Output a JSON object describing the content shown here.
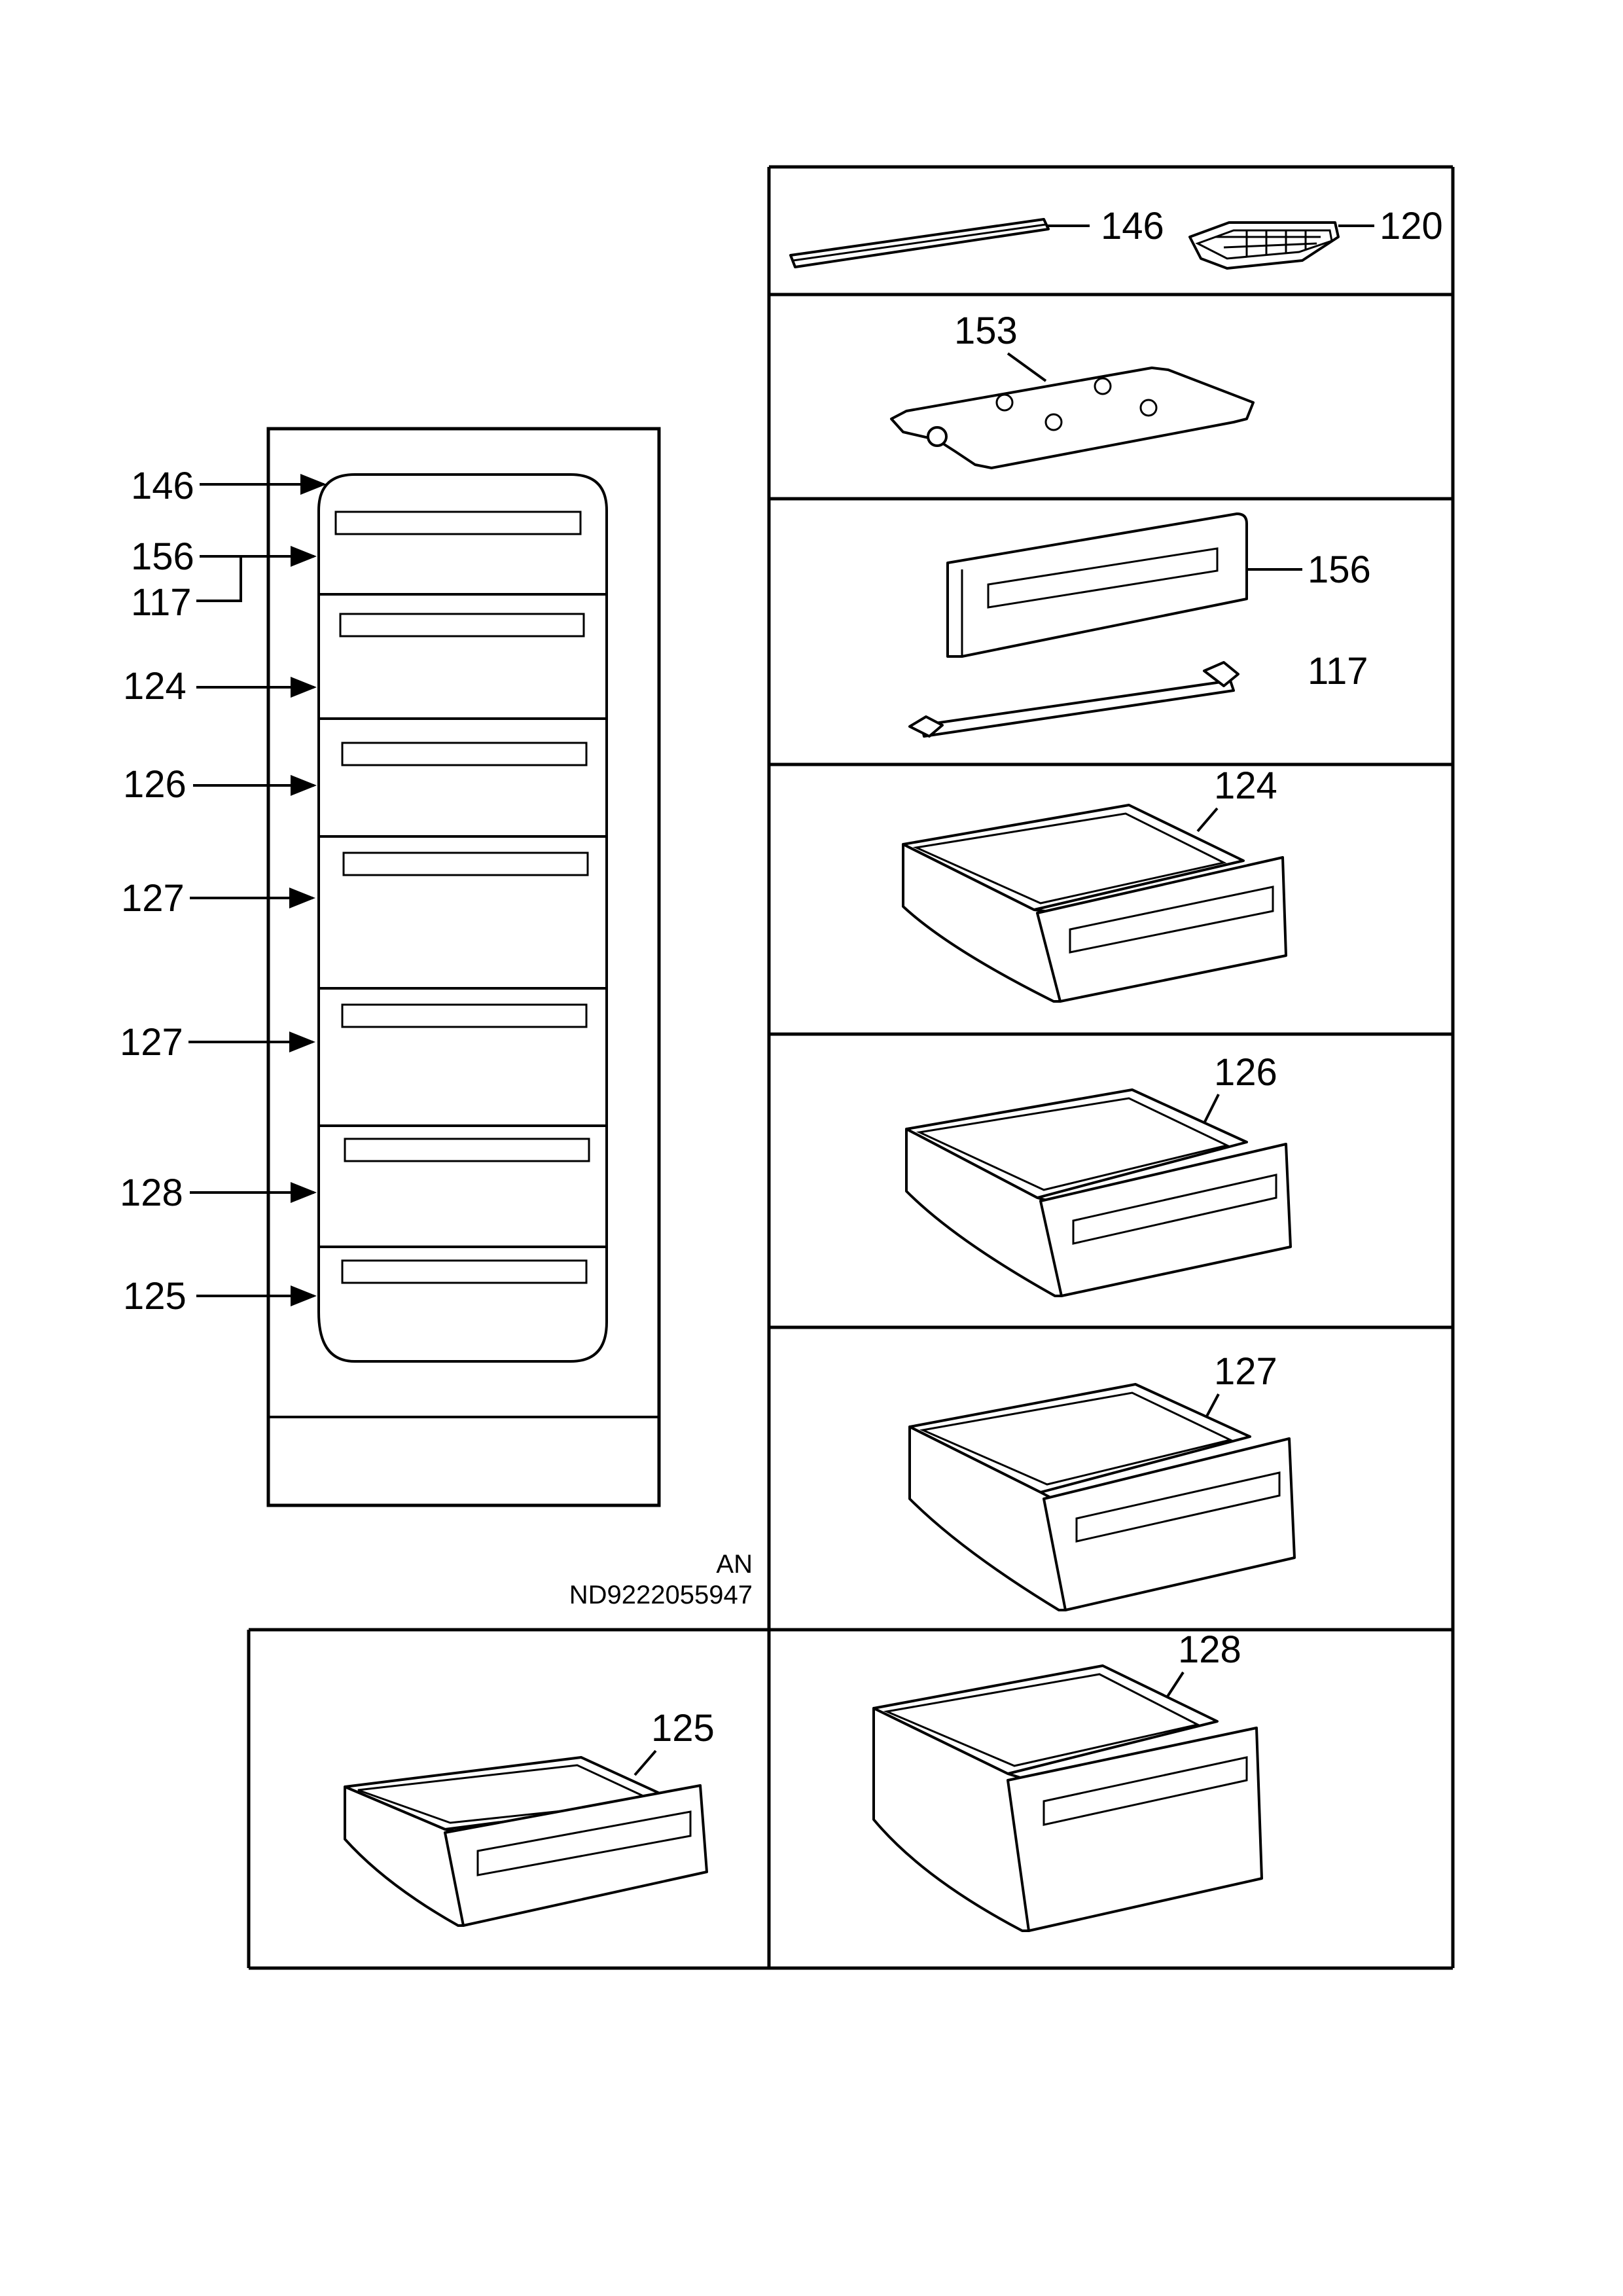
{
  "cabinet": {
    "callouts": [
      "146",
      "156",
      "117",
      "124",
      "126",
      "127",
      "127",
      "128",
      "125"
    ]
  },
  "panels": {
    "row1": {
      "labels": [
        "146",
        "120"
      ]
    },
    "row2": {
      "labels": [
        "153"
      ]
    },
    "row3": {
      "labels": [
        "156",
        "117"
      ]
    },
    "row4": {
      "labels": [
        "124"
      ]
    },
    "row5": {
      "labels": [
        "126"
      ]
    },
    "row6": {
      "labels": [
        "127"
      ]
    },
    "row7_left": {
      "labels": [
        "125"
      ]
    },
    "row7_right": {
      "labels": [
        "128"
      ]
    }
  },
  "reference": {
    "line1": "AN",
    "line2": "ND9222055947"
  }
}
